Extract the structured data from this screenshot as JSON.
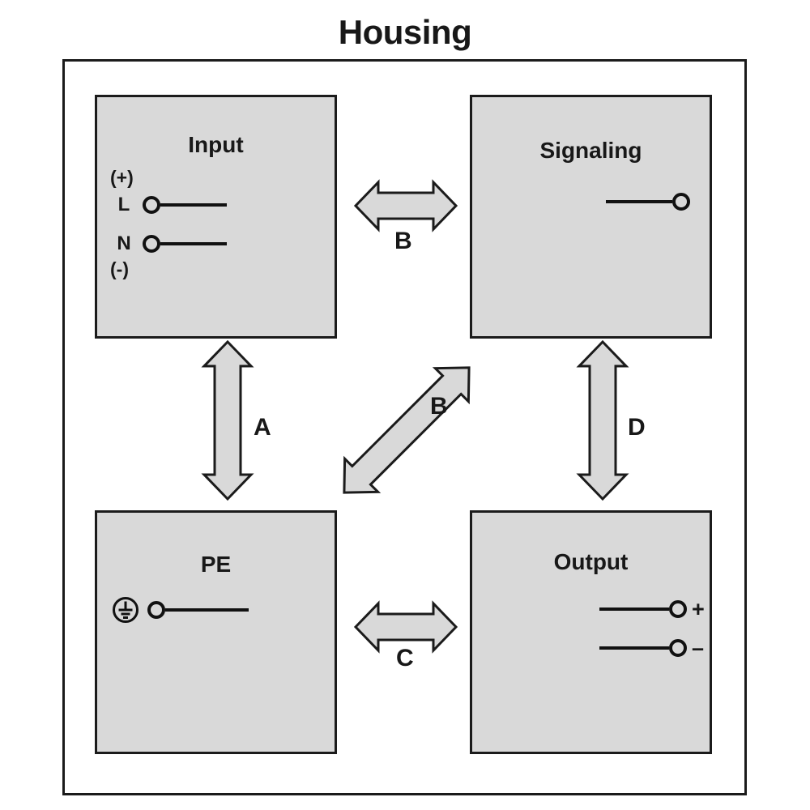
{
  "title": "Housing",
  "housing": {
    "label": "Housing"
  },
  "blocks": {
    "input": {
      "title": "Input",
      "polarity_plus": "(+)",
      "polarity_minus": "(-)",
      "terminals": [
        {
          "label": "L",
          "icon": "terminal-dot-icon"
        },
        {
          "label": "N",
          "icon": "terminal-dot-icon"
        }
      ]
    },
    "signaling": {
      "title": "Signaling",
      "terminals": [
        {
          "label": "",
          "icon": "terminal-dot-icon"
        }
      ]
    },
    "pe": {
      "title": "PE",
      "ground_symbol": "protective-earth-icon",
      "terminals": [
        {
          "label": "",
          "icon": "terminal-dot-icon"
        }
      ]
    },
    "output": {
      "title": "Output",
      "terminals": [
        {
          "label": "+",
          "icon": "terminal-dot-icon"
        },
        {
          "label": "–",
          "icon": "terminal-dot-icon"
        }
      ]
    }
  },
  "arrows": [
    {
      "id": "b-top",
      "label": "B",
      "orientation": "horizontal",
      "connects": "input-signaling"
    },
    {
      "id": "a",
      "label": "A",
      "orientation": "vertical",
      "connects": "input-pe"
    },
    {
      "id": "b-diag",
      "label": "B",
      "orientation": "diagonal",
      "connects": "input-output"
    },
    {
      "id": "d",
      "label": "D",
      "orientation": "vertical",
      "connects": "signaling-output"
    },
    {
      "id": "c",
      "label": "C",
      "orientation": "horizontal",
      "connects": "pe-output"
    }
  ],
  "colors": {
    "block_fill": "#d9d9d9",
    "outline": "#1b1b1b",
    "text": "#181818",
    "background": "#ffffff"
  }
}
